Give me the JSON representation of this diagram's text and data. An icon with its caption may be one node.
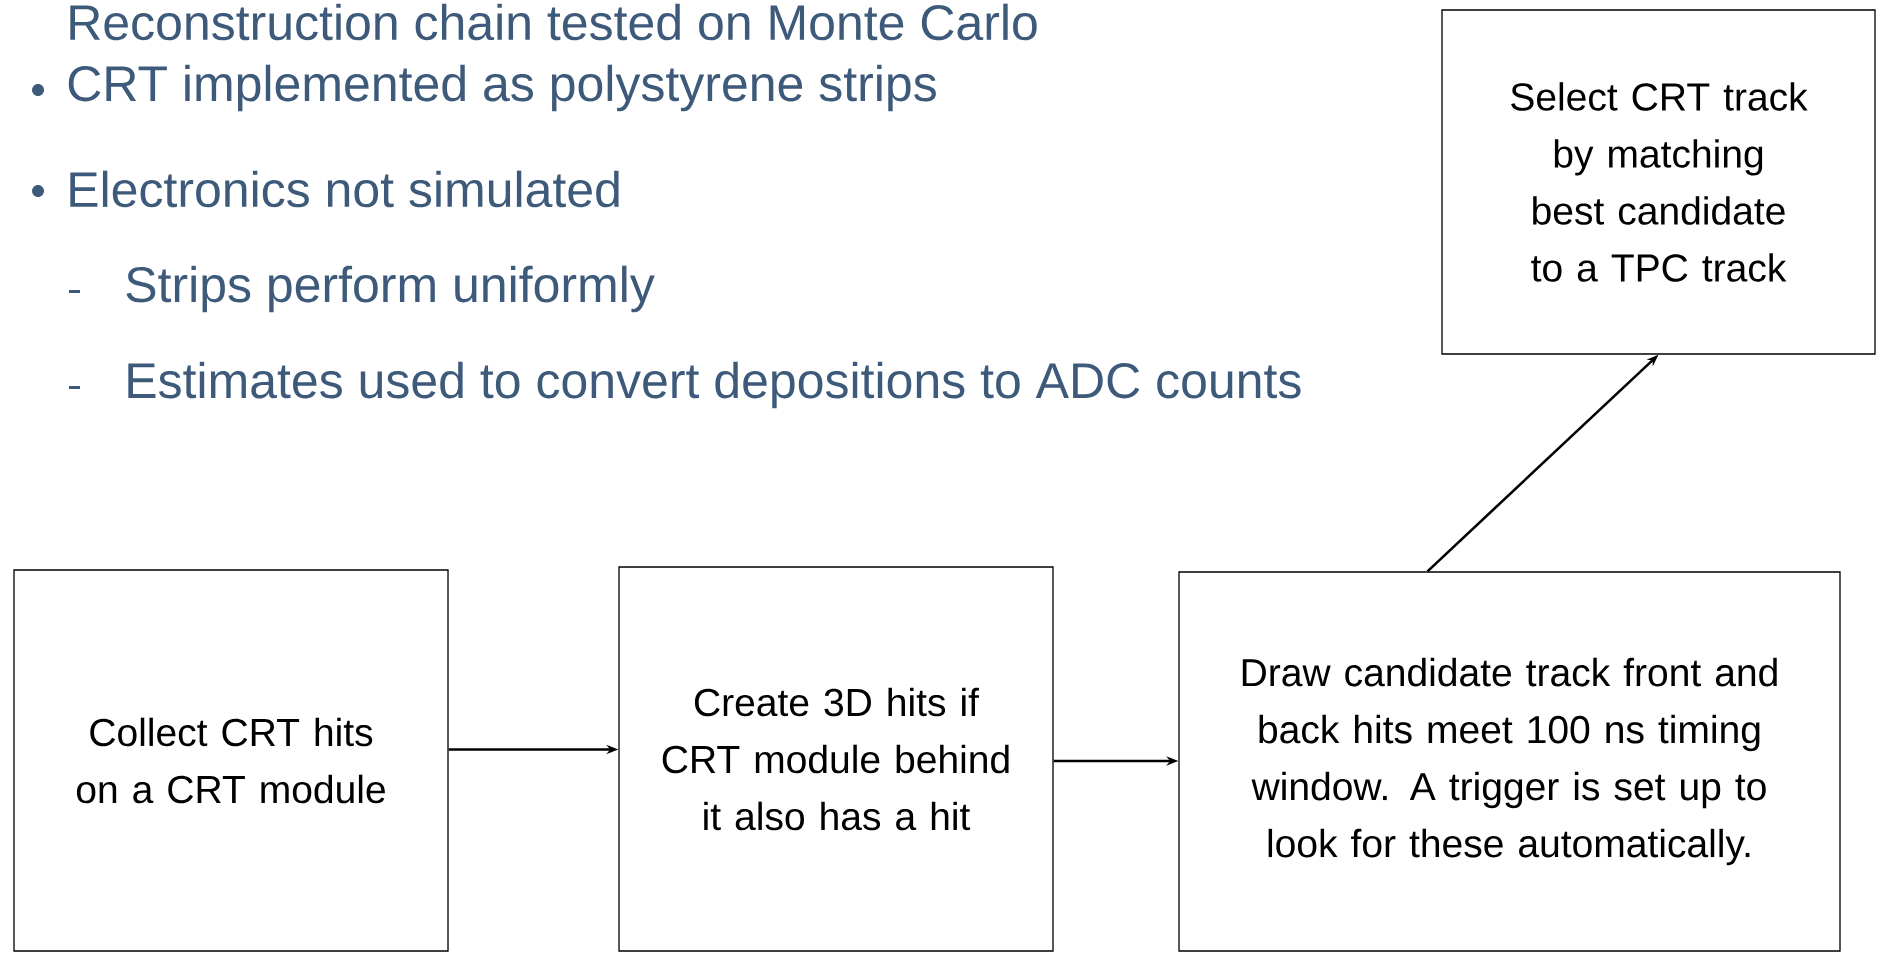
{
  "diagram": {
    "nodes": [
      {
        "text": [
          "Collect CRT hits on a CRT module"
        ]
      },
      {
        "text": [
          "Create 3D hits if CRT module behind it also has a hit"
        ]
      },
      {
        "text": [
          "Draw candidate track front and back hits meet 100 ns timing window. A trigger is set up to look for these automatically."
        ]
      },
      {
        "text": [
          "Select CRT track by matching best candidate to a TPC track"
        ]
      }
    ],
    "edges": [
      {
        "from": 0,
        "to": 1,
        "arrow": "to"
      },
      {
        "from": 1,
        "to": 2,
        "arrow": "to"
      },
      {
        "from": 2,
        "to": 3,
        "arrow": "to"
      }
    ],
    "labels": [
      "Reconstruction chain tested on Monte Carlo",
      "CRT implemented as polystyrene strips",
      "Electronics not simulated",
      "Strips perform uniformly",
      "Estimates used to convert depositions to ADC counts"
    ]
  }
}
